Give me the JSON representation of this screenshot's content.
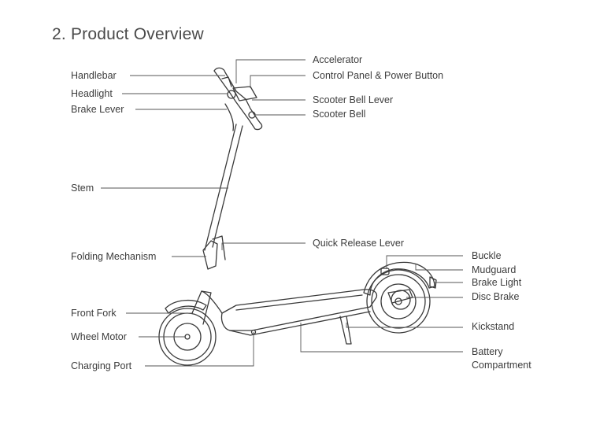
{
  "title": "2. Product Overview",
  "labels": {
    "handlebar": "Handlebar",
    "headlight": "Headlight",
    "brake_lever": "Brake Lever",
    "stem": "Stem",
    "folding_mechanism": "Folding Mechanism",
    "front_fork": "Front Fork",
    "wheel_motor": "Wheel Motor",
    "charging_port": "Charging Port",
    "accelerator": "Accelerator",
    "control_panel": "Control Panel & Power Button",
    "scooter_bell_lever": "Scooter Bell Lever",
    "scooter_bell": "Scooter Bell",
    "quick_release_lever": "Quick Release Lever",
    "buckle": "Buckle",
    "mudguard": "Mudguard",
    "brake_light": "Brake Light",
    "disc_brake": "Disc Brake",
    "kickstand": "Kickstand",
    "battery_line1": "Battery",
    "battery_line2": "Compartment"
  }
}
